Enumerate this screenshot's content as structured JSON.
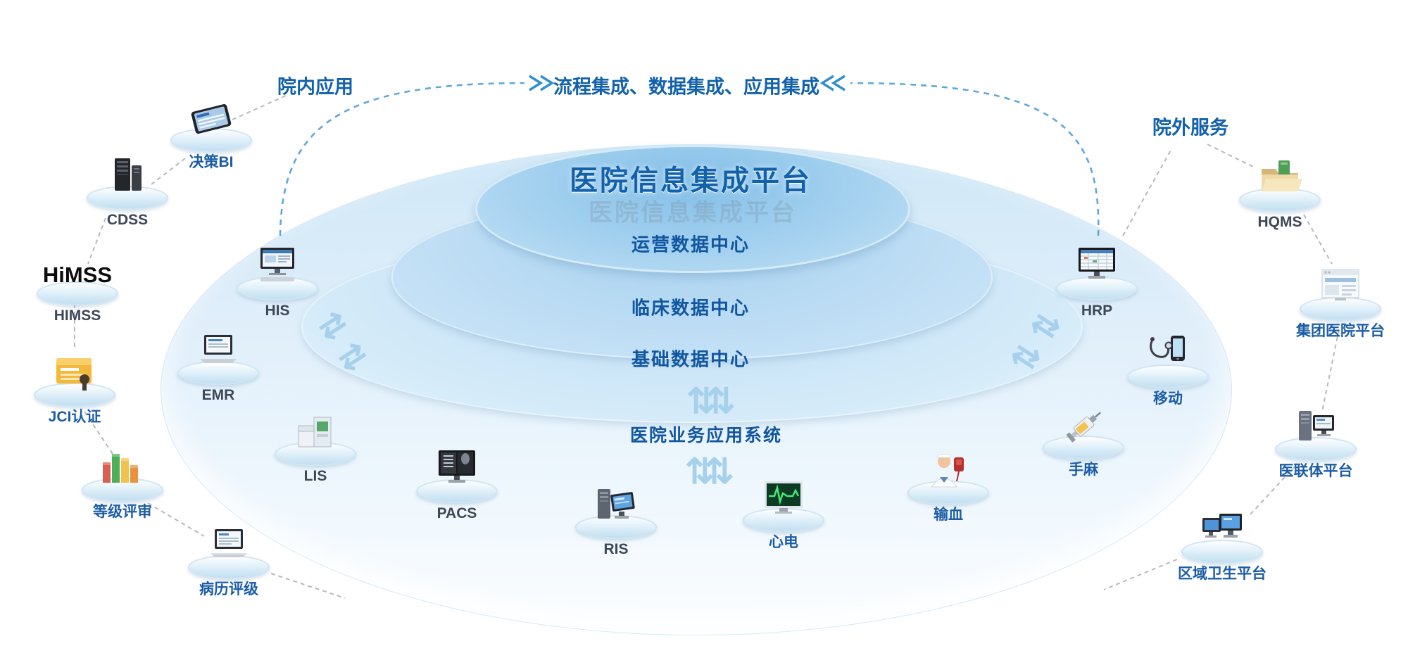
{
  "page": {
    "background": "#ffffff"
  },
  "colors": {
    "accent_blue": "#1261ab",
    "tier_text": "#1156a0",
    "label_cn": "#1b5ca6",
    "label_en": "#3d4757",
    "dashed_blue": "#4d9fd6",
    "dashed_gray": "#b4bac1",
    "platform_blue": "#a8d3f0"
  },
  "header": {
    "left_label": "院内应用",
    "center_label": "流程集成、数据集成、应用集成",
    "right_label": "院外服务"
  },
  "platform": {
    "title": "医院信息集成平台",
    "tiers": [
      {
        "label": "运营数据中心"
      },
      {
        "label": "临床数据中心"
      },
      {
        "label": "基础数据中心"
      }
    ],
    "base_label": "医院业务应用系统"
  },
  "icons": {
    "exchange_horizontal": "⇄",
    "exchange_vertical": "⇅"
  },
  "nodes": {
    "juece_bi": {
      "label": "决策BI",
      "icon": "tablet-icon"
    },
    "cdss": {
      "label": "CDSS",
      "icon": "server-icon"
    },
    "himss": {
      "label": "HIMSS",
      "logo_text": "HiMSS",
      "icon": "himss-logo"
    },
    "jci": {
      "label": "JCI认证",
      "icon": "certificate-icon"
    },
    "dengji": {
      "label": "等级评审",
      "icon": "bar-chart-icon"
    },
    "bingli": {
      "label": "病历评级",
      "icon": "laptop-icon"
    },
    "his": {
      "label": "HIS",
      "icon": "desktop-computer-icon"
    },
    "emr": {
      "label": "EMR",
      "icon": "laptop-icon"
    },
    "lis": {
      "label": "LIS",
      "icon": "storage-boxes-icon"
    },
    "pacs": {
      "label": "PACS",
      "icon": "xray-monitor-icon"
    },
    "ris": {
      "label": "RIS",
      "icon": "workstation-icon"
    },
    "xindian": {
      "label": "心电",
      "icon": "ecg-monitor-icon"
    },
    "shuxue": {
      "label": "输血",
      "icon": "nurse-blood-icon"
    },
    "shouma": {
      "label": "手麻",
      "icon": "syringe-icon"
    },
    "yidong": {
      "label": "移动",
      "icon": "mobile-stethoscope-icon"
    },
    "hrp": {
      "label": "HRP",
      "icon": "spreadsheet-monitor-icon"
    },
    "hqms": {
      "label": "HQMS",
      "icon": "folder-icon"
    },
    "jituan": {
      "label": "集团医院平台",
      "icon": "webpage-icon"
    },
    "yilianti": {
      "label": "医联体平台",
      "icon": "server-monitor-icon"
    },
    "quyu": {
      "label": "区域卫生平台",
      "icon": "dual-computer-icon"
    }
  }
}
